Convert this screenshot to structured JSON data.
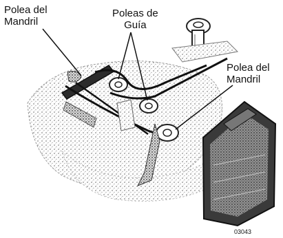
{
  "labels": {
    "left_pulley": "Polea del\nMandril",
    "guide_pulleys": "Poleas de\nGuía",
    "right_pulley": "Polea del\nMandril"
  },
  "figure_number": "03043",
  "colors": {
    "ink": "#111111",
    "shading": "#9a9a9a",
    "dark_part": "#333333"
  }
}
